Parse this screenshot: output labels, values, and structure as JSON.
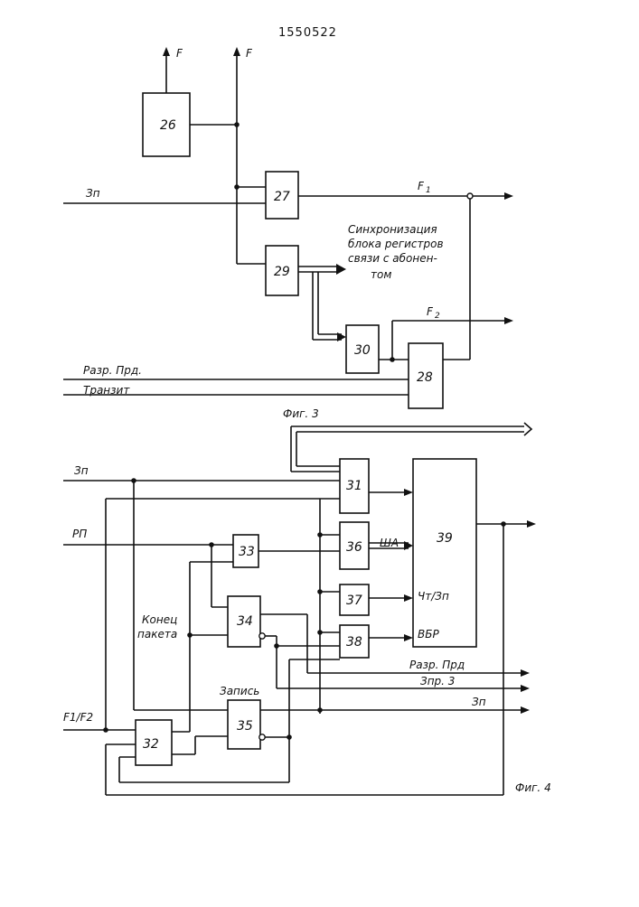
{
  "patent_number": "1550522",
  "figure3": {
    "outputs_top": [
      "F",
      "F"
    ],
    "blocks": [
      "26",
      "27",
      "28",
      "29",
      "30"
    ],
    "inputs": {
      "zp": "Зп",
      "razr_prd": "Разр. Прд.",
      "tranzit": "Транзит"
    },
    "outputs": {
      "f1": "F",
      "f1_sub": "1",
      "f2": "F",
      "f2_sub": "2"
    },
    "sync_note": [
      "Синхронизация",
      "блока регистров",
      "связи с абонен-",
      "том"
    ],
    "caption": "Фиг. 3"
  },
  "figure4": {
    "blocks": [
      "31",
      "32",
      "33",
      "34",
      "35",
      "36",
      "37",
      "38",
      "39"
    ],
    "inputs": {
      "zp": "Зп",
      "rp": "РП",
      "f1f2": "F1/F2"
    },
    "labels": {
      "konets": "Конец",
      "paketa": "пакета",
      "zapis": "Запись"
    },
    "block39_inputs": {
      "sha": "ША",
      "cht_zp": "Чт/Зп",
      "vbr": "ВБР"
    },
    "outputs": {
      "razr_prd": "Разр. Прд",
      "zpr3": "Зпр. 3",
      "zp": "Зп"
    },
    "caption": "Фиг. 4"
  }
}
